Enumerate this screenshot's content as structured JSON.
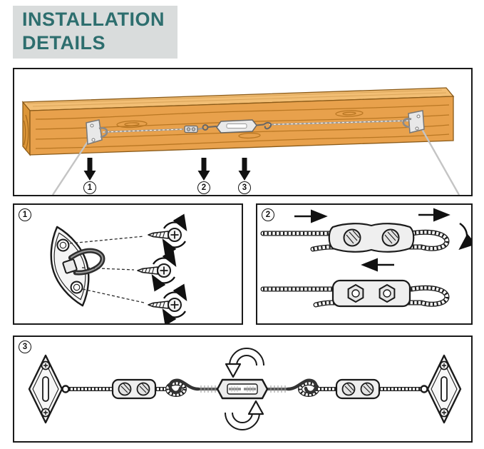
{
  "title": {
    "line1": "INSTALLATION",
    "line2": "DETAILS"
  },
  "colors": {
    "title_text": "#2D6E6E",
    "title_bg": "#D9DCDC",
    "panel_border": "#1A1A1A",
    "wood_front": "#E8A14C",
    "wood_top": "#F2BE74",
    "wood_end": "#DC9638",
    "wood_grain": "#B5731F",
    "metal_fill": "#EFEFEF",
    "wire_gray": "#C4C4C4"
  },
  "overview": {
    "callouts": [
      {
        "label": "1"
      },
      {
        "label": "2"
      },
      {
        "label": "3"
      }
    ]
  },
  "steps": [
    {
      "label": "1"
    },
    {
      "label": "2"
    },
    {
      "label": "3"
    }
  ],
  "icons": {
    "down_arrow": "filled-down-arrow",
    "rotation_arrow": "circular-arrow-around-screw",
    "turn_arrow": "outlined-curved-turn-arrow"
  }
}
